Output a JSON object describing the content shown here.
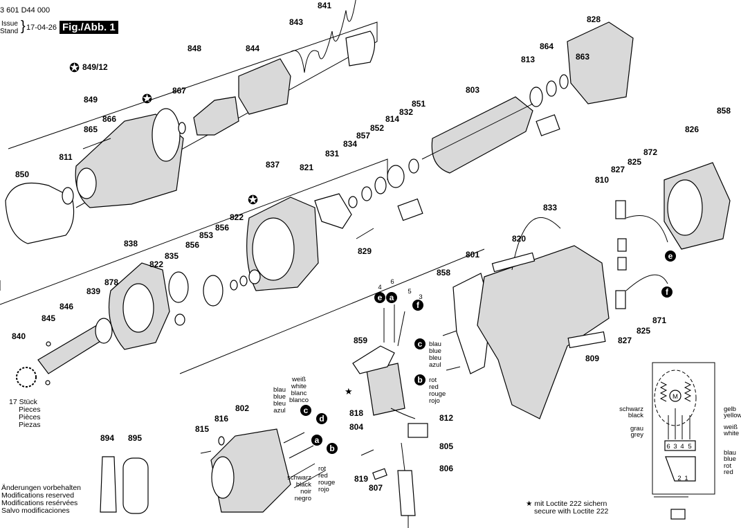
{
  "header": {
    "doc_number": "3 601 D44 000",
    "issue_label_1": "Issue",
    "issue_label_2": "Stand",
    "issue_date": "17-04-26",
    "figure_label": "Fig./Abb. 1",
    "star_ref": "849/12"
  },
  "part_numbers": [
    "841",
    "843",
    "828",
    "848",
    "844",
    "864",
    "863",
    "867",
    "813",
    "803",
    "849",
    "866",
    "865",
    "832",
    "851",
    "858",
    "814",
    "852",
    "857",
    "826",
    "834",
    "831",
    "872",
    "825",
    "850",
    "811",
    "837",
    "821",
    "827",
    "810",
    "833",
    "822",
    "856",
    "829",
    "820",
    "801",
    "838",
    "853",
    "856",
    "835",
    "822",
    "878",
    "858",
    "839",
    "846",
    "845",
    "840",
    "859",
    "809",
    "802",
    "816",
    "815",
    "818",
    "804",
    "812",
    "894",
    "895",
    "805",
    "819",
    "807",
    "806",
    "871",
    "825",
    "827"
  ],
  "connector_letters": [
    "e",
    "a",
    "f",
    "c",
    "b",
    "c",
    "d",
    "a",
    "b",
    "e",
    "f"
  ],
  "wire_numbers": [
    "4",
    "6",
    "5",
    "3"
  ],
  "wire_colors": {
    "blue": [
      "blau",
      "blue",
      "bleu",
      "azul"
    ],
    "red": [
      "rot",
      "red",
      "rouge",
      "rojo"
    ],
    "white": [
      "weiß",
      "white",
      "blanc",
      "blanco"
    ],
    "black": [
      "schwarz",
      "black",
      "noir",
      "negro"
    ]
  },
  "pieces_note": [
    "17 Stück",
    "Pieces",
    "Pièces",
    "Piezas"
  ],
  "modifications_note": [
    "Änderungen vorbehalten",
    "Modifications reserved",
    "Modifications resérvées",
    "Salvo modificaciones"
  ],
  "loctite_note": [
    "mit Loctite 222 sichern",
    "secure with Loctite 222"
  ],
  "schematic": {
    "labels_left": [
      "schwarz",
      "black",
      "grau",
      "grey"
    ],
    "labels_right": [
      "gelb",
      "yellow",
      "weiß",
      "white",
      "blau",
      "blue",
      "rot",
      "red"
    ],
    "terminals": [
      "6",
      "3",
      "4",
      "5"
    ],
    "switch_terminals": [
      "2",
      "1"
    ],
    "motor": "M"
  }
}
